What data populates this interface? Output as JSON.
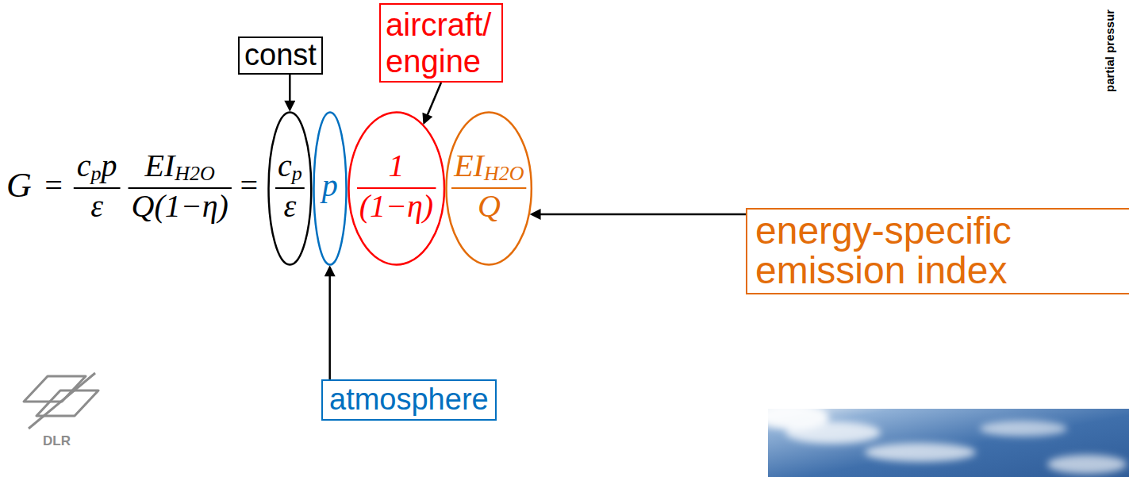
{
  "diagram": {
    "nodes": [
      {
        "text": [
          "aircraft/ engine"
        ]
      },
      {
        "text": [
          "const"
        ]
      },
      {
        "text": [
          "c",
          "p",
          "ε"
        ]
      },
      {
        "text": [
          "p"
        ]
      },
      {
        "text": [
          "1",
          "(1−η)"
        ]
      },
      {
        "text": [
          "EI",
          "H2O",
          "Q"
        ]
      },
      {
        "text": [
          "energy-specific emission index"
        ]
      },
      {
        "text": [
          "atmosphere"
        ]
      }
    ],
    "edges": [
      {
        "from": 1,
        "to": 2,
        "arrow": "to"
      },
      {
        "from": 0,
        "to": 4,
        "arrow": "to"
      },
      {
        "from": 6,
        "to": 5,
        "arrow": "to"
      },
      {
        "from": 7,
        "to": 3,
        "arrow": "to"
      }
    ],
    "labels": [
      "G",
      "=",
      "c",
      "p",
      "p",
      "ε",
      "EI",
      "H2O",
      "Q(1−η)",
      "=",
      "partial pressur",
      "DLR"
    ]
  }
}
